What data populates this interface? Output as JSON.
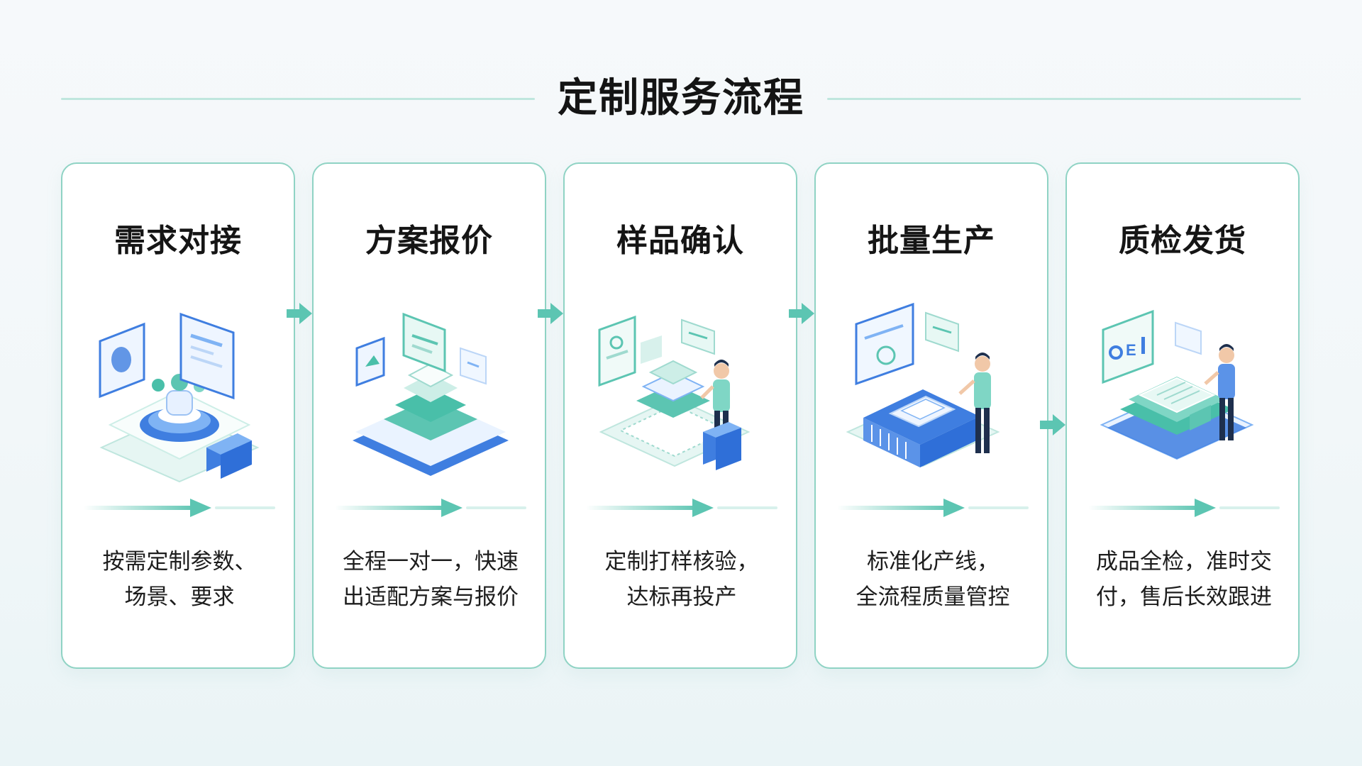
{
  "page": {
    "title": "定制服务流程"
  },
  "colors": {
    "accent": "#8fd3c4",
    "arrow": "#5cc5b2",
    "blue": "#3f7ee0",
    "teal": "#49bfa9"
  },
  "steps": [
    {
      "title": "需求对接",
      "icon": "requirement-meeting-icon",
      "desc_line1": "按需定制参数、",
      "desc_line2": "场景、要求"
    },
    {
      "title": "方案报价",
      "icon": "solution-quote-icon",
      "desc_line1": "全程一对一，快速",
      "desc_line2": "出适配方案与报价"
    },
    {
      "title": "样品确认",
      "icon": "sample-confirm-icon",
      "desc_line1": "定制打样核验，",
      "desc_line2": "达标再投产"
    },
    {
      "title": "批量生产",
      "icon": "mass-production-icon",
      "desc_line1": "标准化产线，",
      "desc_line2": "全流程质量管控"
    },
    {
      "title": "质检发货",
      "icon": "quality-inspection-shipping-icon",
      "desc_line1": "成品全检，准时交",
      "desc_line2": "付，售后长效跟进"
    }
  ]
}
